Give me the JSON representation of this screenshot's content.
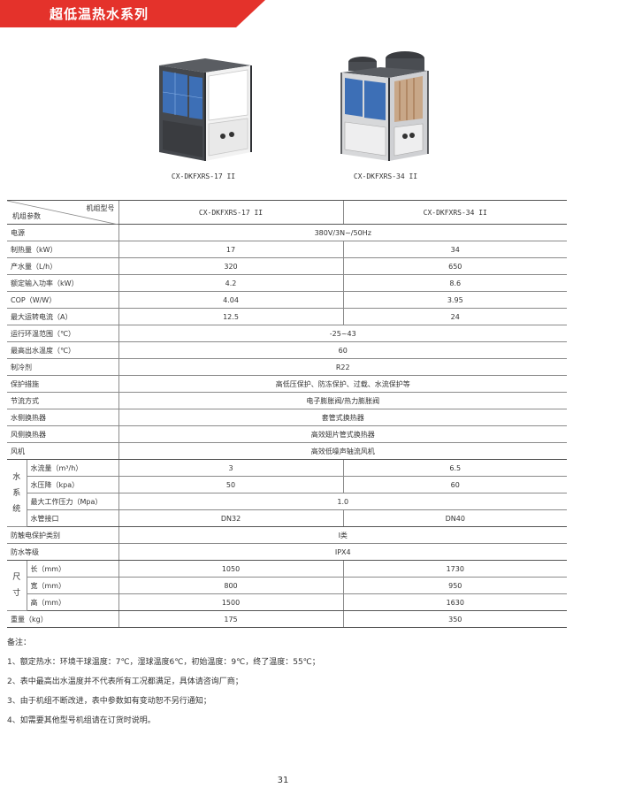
{
  "header": {
    "title": "超低温热水系列"
  },
  "products": [
    {
      "model": "CX-DKFXRS-17 II"
    },
    {
      "model": "CX-DKFXRS-34 II"
    }
  ],
  "table": {
    "header": {
      "top_label": "机组型号",
      "bottom_label": "机组参数",
      "col1": "CX-DKFXRS-17 II",
      "col2": "CX-DKFXRS-34 II"
    },
    "rows": [
      {
        "label": "电源",
        "span": "380V/3N~/50Hz"
      },
      {
        "label": "制热量（kW）",
        "v1": "17",
        "v2": "34"
      },
      {
        "label": "产水量（L/h）",
        "v1": "320",
        "v2": "650"
      },
      {
        "label": "额定输入功率（kW）",
        "v1": "4.2",
        "v2": "8.6"
      },
      {
        "label": "COP（W/W）",
        "v1": "4.04",
        "v2": "3.95"
      },
      {
        "label": "最大运转电流（A）",
        "v1": "12.5",
        "v2": "24"
      },
      {
        "label": "运行环温范围（℃）",
        "span": "-25~43"
      },
      {
        "label": "最高出水温度（℃）",
        "span": "60"
      },
      {
        "label": "制冷剂",
        "span": "R22"
      },
      {
        "label": "保护措施",
        "span": "高低压保护、防冻保护、过载、水流保护等"
      },
      {
        "label": "节流方式",
        "span": "电子膨胀阀/热力膨胀阀"
      },
      {
        "label": "水侧换热器",
        "span": "套管式换热器"
      },
      {
        "label": "风侧换热器",
        "span": "高效翅片管式换热器"
      },
      {
        "label": "风机",
        "span": "高效低噪声轴流风机"
      }
    ],
    "water_group": {
      "label": [
        "水",
        "系",
        "统"
      ],
      "rows": [
        {
          "label": "水流量（m³/h）",
          "v1": "3",
          "v2": "6.5"
        },
        {
          "label": "水压降（kpa）",
          "v1": "50",
          "v2": "60"
        },
        {
          "label": "最大工作压力（Mpa）",
          "span": "1.0"
        },
        {
          "label": "水管接口",
          "v1": "DN32",
          "v2": "DN40"
        }
      ]
    },
    "rows_mid": [
      {
        "label": "防触电保护类别",
        "span": "I类"
      },
      {
        "label": "防水等级",
        "span": "IPX4"
      }
    ],
    "size_group": {
      "label": [
        "尺",
        "寸"
      ],
      "rows": [
        {
          "label": "长（mm）",
          "v1": "1050",
          "v2": "1730"
        },
        {
          "label": "宽（mm）",
          "v1": "800",
          "v2": "950"
        },
        {
          "label": "高（mm）",
          "v1": "1500",
          "v2": "1630"
        }
      ]
    },
    "rows_end": [
      {
        "label": "重量（kg）",
        "v1": "175",
        "v2": "350"
      }
    ]
  },
  "notes": {
    "title": "备注：",
    "items": [
      "1、额定热水：环境干球温度：7℃，湿球温度6℃，初始温度：9℃，终了温度：55℃；",
      "2、表中最高出水温度并不代表所有工况都满足，具体请咨询厂商；",
      "3、由于机组不断改进，表中参数如有变动恕不另行通知；",
      "4、如需要其他型号机组请在订货时说明。"
    ]
  },
  "page_number": "31"
}
